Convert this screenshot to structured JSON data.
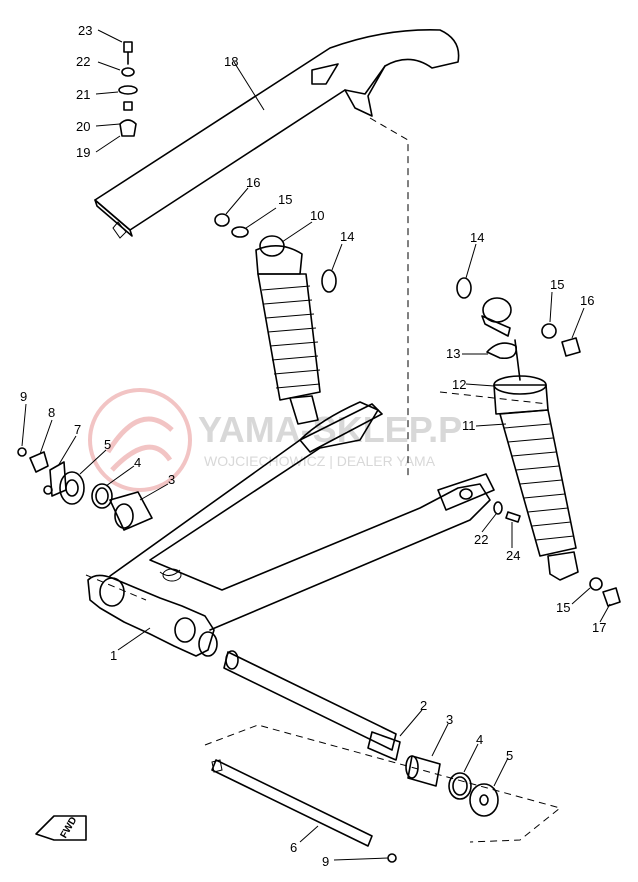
{
  "watermark": {
    "main": "YAMA-SKLEP.P",
    "sub": "WOJCIECHOWICZ | DEALER YAMA",
    "color": "#d8d8d8",
    "logo_color": "#f2c4c4"
  },
  "fwd_label": "FWD",
  "callouts": [
    {
      "id": "c23",
      "text": "23"
    },
    {
      "id": "c22a",
      "text": "22"
    },
    {
      "id": "c21",
      "text": "21"
    },
    {
      "id": "c20",
      "text": "20"
    },
    {
      "id": "c19",
      "text": "19"
    },
    {
      "id": "c18",
      "text": "18"
    },
    {
      "id": "c16a",
      "text": "16"
    },
    {
      "id": "c15a",
      "text": "15"
    },
    {
      "id": "c10",
      "text": "10"
    },
    {
      "id": "c14a",
      "text": "14"
    },
    {
      "id": "c14b",
      "text": "14"
    },
    {
      "id": "c15b",
      "text": "15"
    },
    {
      "id": "c16b",
      "text": "16"
    },
    {
      "id": "c13",
      "text": "13"
    },
    {
      "id": "c12",
      "text": "12"
    },
    {
      "id": "c11",
      "text": "11"
    },
    {
      "id": "c9a",
      "text": "9"
    },
    {
      "id": "c8",
      "text": "8"
    },
    {
      "id": "c7",
      "text": "7"
    },
    {
      "id": "c5a",
      "text": "5"
    },
    {
      "id": "c4a",
      "text": "4"
    },
    {
      "id": "c3a",
      "text": "3"
    },
    {
      "id": "c22b",
      "text": "22"
    },
    {
      "id": "c24",
      "text": "24"
    },
    {
      "id": "c15c",
      "text": "15"
    },
    {
      "id": "c17",
      "text": "17"
    },
    {
      "id": "c1",
      "text": "1"
    },
    {
      "id": "c2",
      "text": "2"
    },
    {
      "id": "c3b",
      "text": "3"
    },
    {
      "id": "c4b",
      "text": "4"
    },
    {
      "id": "c5b",
      "text": "5"
    },
    {
      "id": "c6",
      "text": "6"
    },
    {
      "id": "c9b",
      "text": "9"
    }
  ]
}
